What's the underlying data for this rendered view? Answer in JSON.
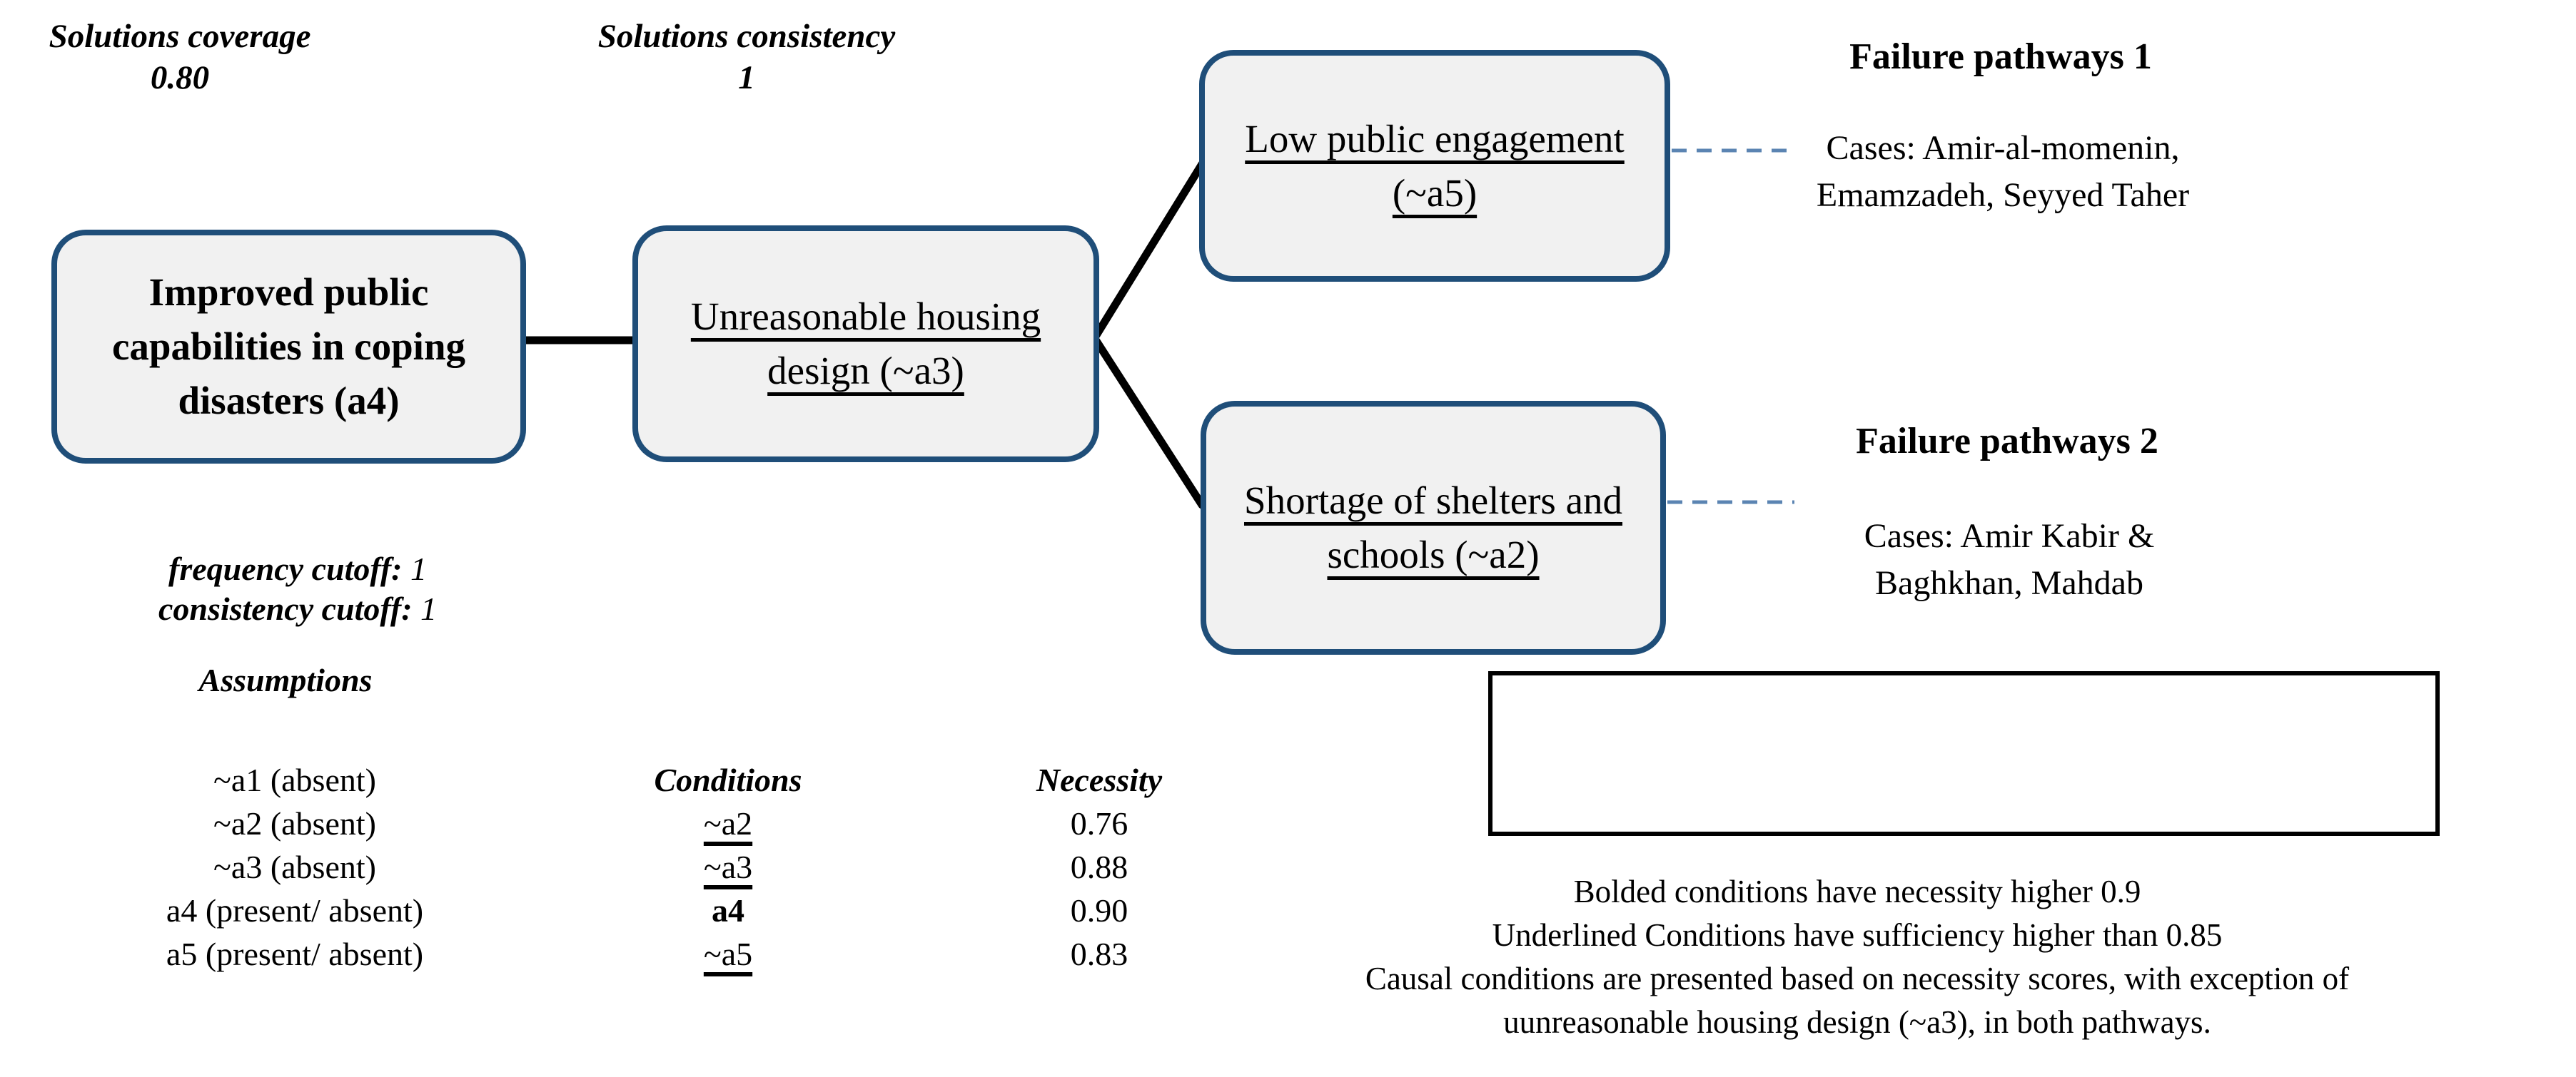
{
  "diagram": {
    "outcome_box": {
      "line1": "Improved public",
      "line2": "capabilities in coping",
      "line3": "disasters (a4)"
    },
    "housing_box": {
      "line1": "Unreasonable housing",
      "line2": "design (~a3)"
    },
    "engagement_box": {
      "line1": "Low public engagement",
      "line2": "(~a5)"
    },
    "shortage_box": {
      "line1": "Shortage of shelters and",
      "line2": "schools (~a2)"
    }
  },
  "pathway1": {
    "title": "Failure pathways 1",
    "cases_line1": "Cases: Amir-al-momenin,",
    "cases_line2": "Emamzadeh, Seyyed Taher"
  },
  "pathway2": {
    "title": "Failure pathways 2",
    "cases_line1": "Cases: Amir Kabir &",
    "cases_line2": "Baghkhan, Mahdab"
  },
  "cutoffs": {
    "frequency_label": "frequency cutoff:",
    "frequency_value": "1",
    "consistency_label": "consistency cutoff:",
    "consistency_value": "1"
  },
  "assumptions": {
    "title": "Assumptions",
    "items": [
      "~a1 (absent)",
      "~a2 (absent)",
      "~a3 (absent)",
      "a4 (present/ absent)",
      "a5 (present/ absent)"
    ]
  },
  "conditions_table": {
    "condition_header": "Conditions",
    "necessity_header": "Necessity",
    "rows": [
      {
        "condition": "~a2",
        "necessity": "0.76"
      },
      {
        "condition": "~a3",
        "necessity": "0.88"
      },
      {
        "condition": "a4",
        "necessity": "0.90"
      },
      {
        "condition": "~a5",
        "necessity": "0.83"
      }
    ]
  },
  "solutions": {
    "coverage_label": "Solutions coverage",
    "coverage_value": "0.80",
    "consistency_label": "Solutions consistency",
    "consistency_value": "1"
  },
  "notes": {
    "line1": "Bolded conditions have necessity higher 0.9",
    "line2": "Underlined Conditions have sufficiency higher than 0.85",
    "line3": "Causal conditions are presented based on necessity scores, with exception of",
    "line4": "uunreasonable housing design (~a3), in both pathways."
  },
  "colors": {
    "box_border": "#1F4E79",
    "box_fill": "#F1F1F1",
    "dashed_connector": "#5B84B2",
    "solid_connector": "#000000"
  }
}
